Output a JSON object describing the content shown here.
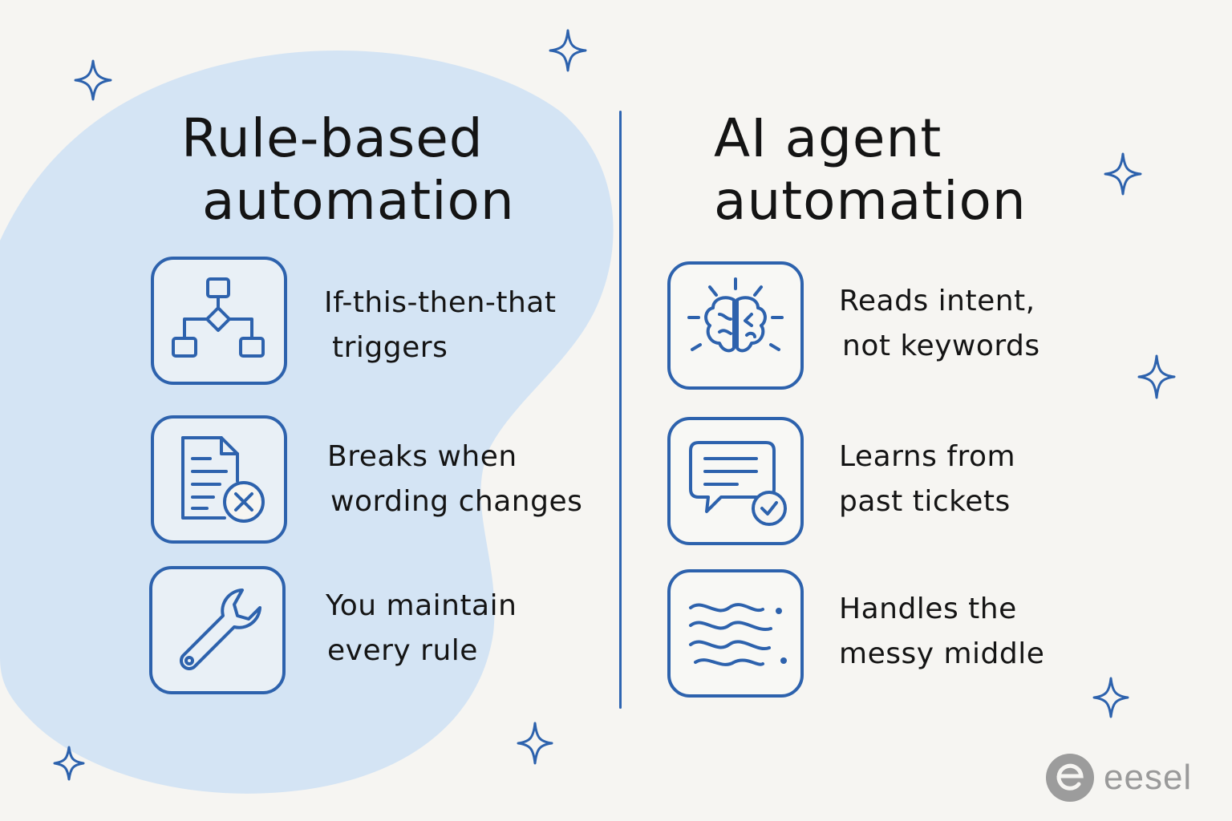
{
  "colors": {
    "background": "#f6f5f2",
    "blob": "#d4e4f4",
    "accent": "#2d62ad",
    "text": "#141414",
    "logo": "#9c9c9c"
  },
  "left": {
    "title_line1": "Rule-based",
    "title_line2": "automation",
    "items": [
      {
        "icon": "flowchart-icon",
        "line1": "If-this-then-that",
        "line2": "triggers"
      },
      {
        "icon": "document-error-icon",
        "line1": "Breaks when",
        "line2": "wording changes"
      },
      {
        "icon": "wrench-icon",
        "line1": "You maintain",
        "line2": "every rule"
      }
    ]
  },
  "right": {
    "title_line1": "AI agent",
    "title_line2": "automation",
    "items": [
      {
        "icon": "brain-icon",
        "line1": "Reads intent,",
        "line2": "not keywords"
      },
      {
        "icon": "chat-check-icon",
        "line1": "Learns from",
        "line2": "past tickets"
      },
      {
        "icon": "waves-icon",
        "line1": "Handles the",
        "line2": "messy middle"
      }
    ]
  },
  "logo": {
    "mark": "e",
    "text": "eesel"
  }
}
